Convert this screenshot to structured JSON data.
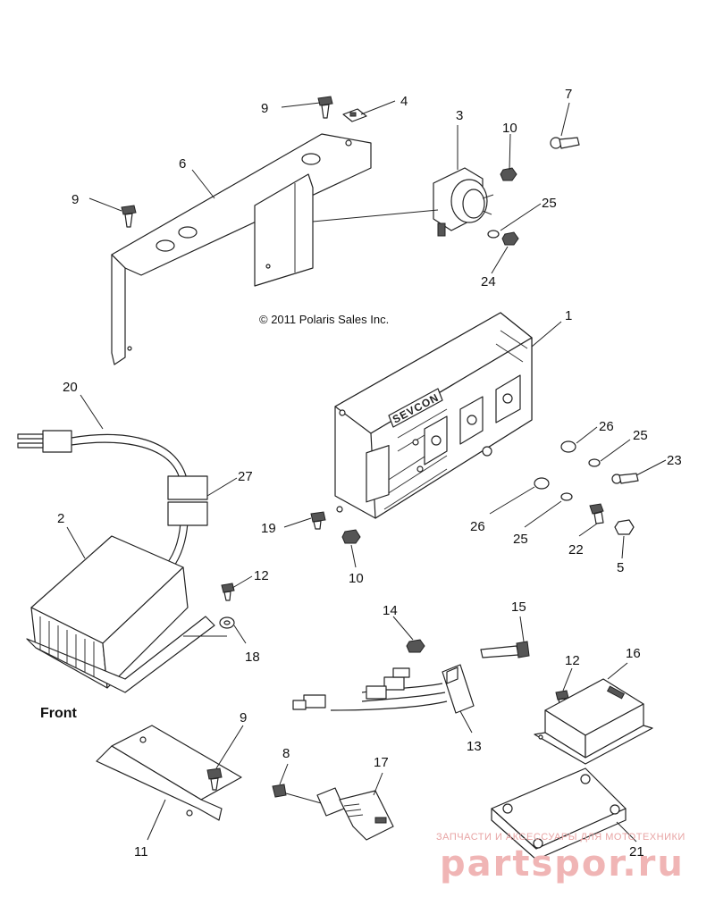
{
  "diagram": {
    "copyright": "© 2011 Polaris Sales Inc.",
    "front_label": "Front",
    "controller_brand": "SEVCON",
    "watermark": {
      "tagline": "ЗАПЧАСТИ И АКСЕССУАРЫ ДЛЯ МОТОТЕХНИКИ",
      "site": "partspor.ru"
    },
    "callouts": {
      "c1": "1",
      "c2": "2",
      "c3": "3",
      "c4": "4",
      "c5": "5",
      "c6": "6",
      "c7": "7",
      "c8": "8",
      "c9a": "9",
      "c9b": "9",
      "c9c": "9",
      "c10a": "10",
      "c10b": "10",
      "c11": "11",
      "c12a": "12",
      "c12b": "12",
      "c13": "13",
      "c14": "14",
      "c15": "15",
      "c16": "16",
      "c17": "17",
      "c18": "18",
      "c19": "19",
      "c20": "20",
      "c21": "21",
      "c22": "22",
      "c23": "23",
      "c24": "24",
      "c25a": "25",
      "c25b": "25",
      "c25c": "25",
      "c26a": "26",
      "c26b": "26",
      "c27": "27"
    }
  }
}
